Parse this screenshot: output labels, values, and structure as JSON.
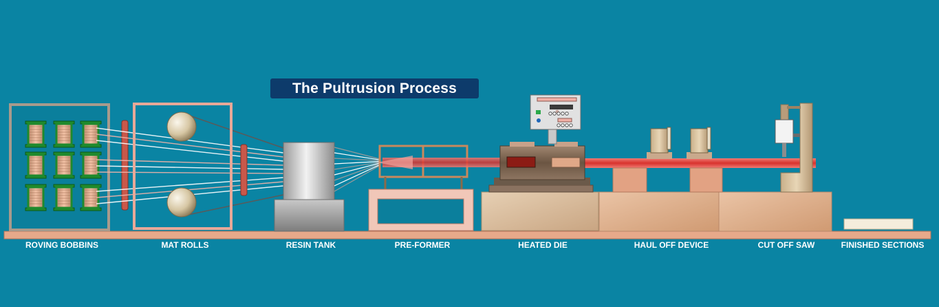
{
  "title": "The Pultrusion Process",
  "stages": [
    {
      "id": "roving-bobbins",
      "label": "ROVING BOBBINS"
    },
    {
      "id": "mat-rolls",
      "label": "MAT ROLLS"
    },
    {
      "id": "resin-tank",
      "label": "RESIN TANK"
    },
    {
      "id": "pre-former",
      "label": "PRE-FORMER"
    },
    {
      "id": "heated-die",
      "label": "HEATED DIE"
    },
    {
      "id": "haul-off-device",
      "label": "HAUL OFF DEVICE"
    },
    {
      "id": "cut-off-saw",
      "label": "CUT OFF SAW"
    },
    {
      "id": "finished-sections",
      "label": "FINISHED SECTIONS"
    }
  ],
  "colors": {
    "background": "#0a84a3",
    "title_box": "#0d3b6b",
    "frame": "#e8a090",
    "profile": "#e0453f",
    "base": "#d9b99a"
  }
}
